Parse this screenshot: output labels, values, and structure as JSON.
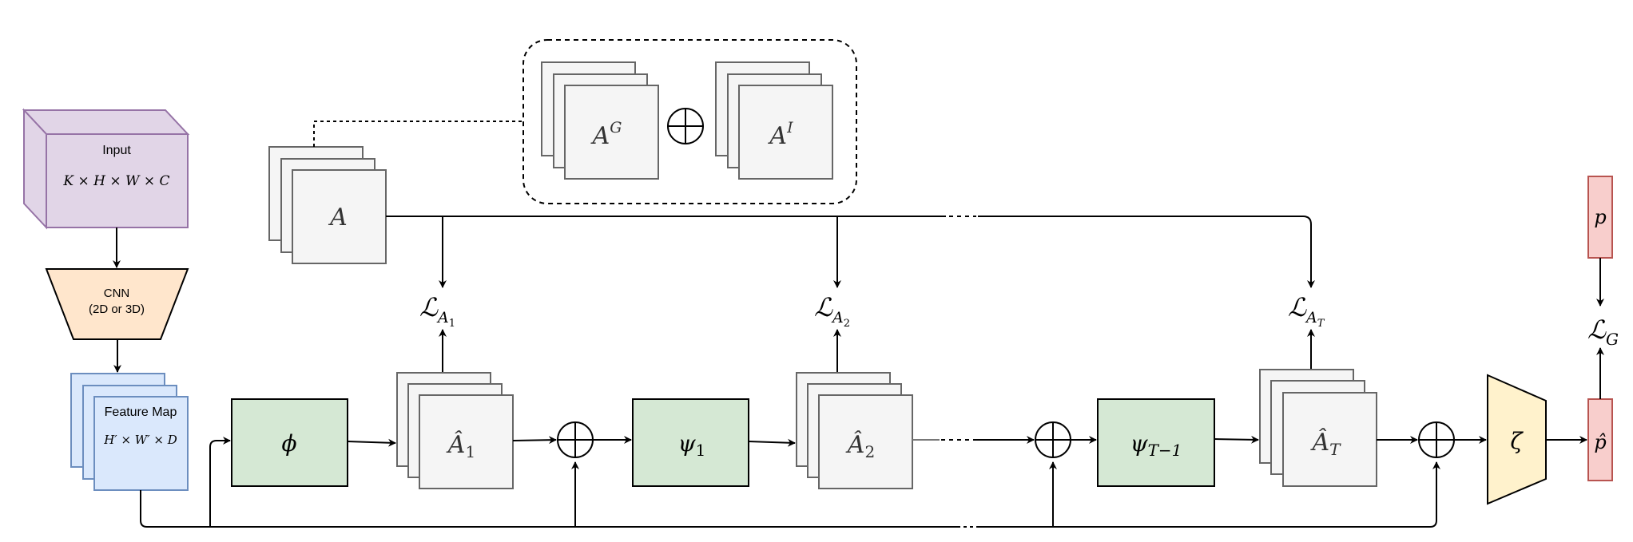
{
  "diagram": {
    "input": {
      "title": "Input",
      "shape": "K × H × W × C"
    },
    "cnn": {
      "line1": "CNN",
      "line2": "(2D or 3D)"
    },
    "feature_map": {
      "title": "Feature Map",
      "shape": "H′ × W′ × D"
    },
    "attention_target": {
      "label": "A"
    },
    "attention_components": {
      "global": "A",
      "global_sup": "G",
      "op": "⊕",
      "individual": "A",
      "individual_sup": "I"
    },
    "phi": {
      "label": "ϕ"
    },
    "psi1": {
      "label": "ψ",
      "sub": "1"
    },
    "psiT": {
      "label": "ψ",
      "sub": "T−1"
    },
    "a_hat_1": {
      "label": "Â",
      "sub": "1"
    },
    "a_hat_2": {
      "label": "Â",
      "sub": "2"
    },
    "a_hat_T": {
      "label": "Â",
      "sub": "T"
    },
    "loss_1": {
      "label": "ℒ",
      "sub": "A",
      "subsub": "1"
    },
    "loss_2": {
      "label": "ℒ",
      "sub": "A",
      "subsub": "2"
    },
    "loss_T": {
      "label": "ℒ",
      "sub": "A",
      "subsub": "T"
    },
    "loss_G": {
      "label": "ℒ",
      "sub": "G"
    },
    "zeta": {
      "label": "ζ"
    },
    "p": {
      "label": "p"
    },
    "p_hat": {
      "label": "p̂"
    },
    "sum_symbol": "⊕",
    "colors": {
      "input_fill": "#e1d5e7",
      "input_stroke": "#9673a6",
      "cnn_fill": "#ffe6cc",
      "feature_fill": "#dae8fc",
      "feature_stroke": "#6c8ebf",
      "module_fill": "#d5e8d4",
      "map_fill": "#f5f5f5",
      "map_stroke": "#666666",
      "zeta_fill": "#fff2cc",
      "pred_fill": "#f8cecc",
      "pred_stroke": "#b85450"
    }
  }
}
